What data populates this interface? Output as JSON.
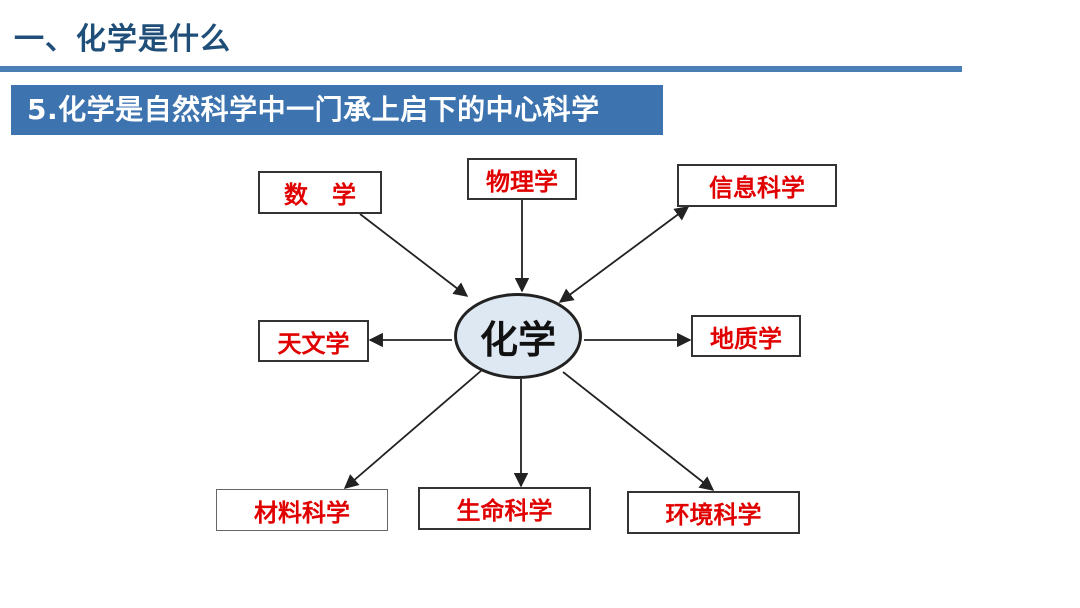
{
  "header": {
    "title": "一、化学是什么",
    "subtitle": "5.化学是自然科学中一门承上启下的中心科学"
  },
  "diagram": {
    "center": "化学",
    "nodes": {
      "math": "数　学",
      "physics": "物理学",
      "info": "信息科学",
      "astronomy": "天文学",
      "geology": "地质学",
      "materials": "材料科学",
      "life": "生命科学",
      "environment": "环境科学"
    }
  },
  "colors": {
    "title": "#1f4e79",
    "banner": "#3d74b0",
    "node_text": "#e10000",
    "center_fill": "#dde8f3"
  }
}
